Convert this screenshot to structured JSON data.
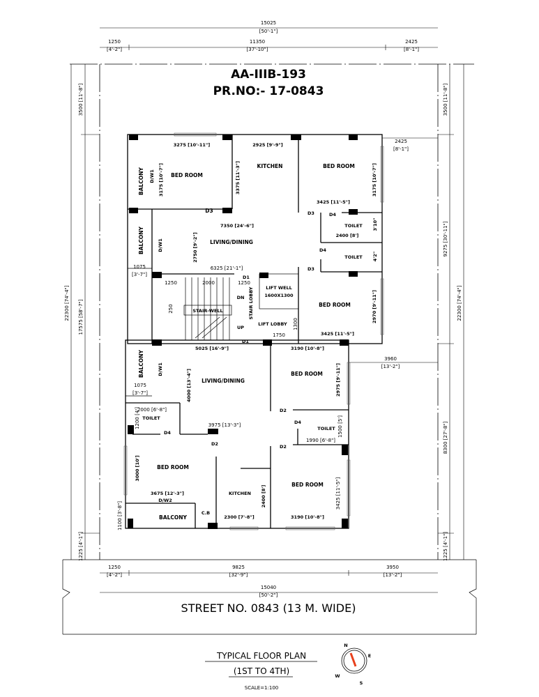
{
  "header": {
    "plot_no": "AA-IIIB-193",
    "pr_no": "PR.NO:- 17-0843"
  },
  "dims": {
    "top_total": "15025",
    "top_total_ft": "[50'-1\"]",
    "top_left": "1250",
    "top_left_ft": "[4'-2\"]",
    "top_mid": "11350",
    "top_mid_ft": "[37'-10\"]",
    "top_right": "2425",
    "top_right_ft": "[8'-1\"]",
    "bot_left": "1250",
    "bot_left_ft": "[4'-2\"]",
    "bot_mid": "9825",
    "bot_mid_ft": "[32'-9\"]",
    "bot_right": "3950",
    "bot_right_ft": "[13'-2\"]",
    "bot_total": "15040",
    "bot_total_ft": "[50'-2\"]",
    "left_top": "3500 [11'-8\"]",
    "left_total": "22300 [74'-4\"]",
    "left_inner": "17575 [58'-7\"]",
    "left_bottom": "1225 [4'-1\"]",
    "right_top": "3500 [11'-8\"]",
    "right_upper": "9275 [30'-11\"]",
    "right_lower": "8300 [27'-8\"]",
    "right_bottom": "1225 [4'-1\"]",
    "right_total": "22300 [74'-4\"]",
    "setback_upper": "2425",
    "setback_upper_ft": "[8'-1\"]",
    "setback_lower": "3960",
    "setback_lower_ft": "[13'-2\"]"
  },
  "upper_unit": {
    "balcony1": "BALCONY",
    "dw1a": "D/W1",
    "bed1_h": "3175 [10'-7\"]",
    "bed1": "BED ROOM",
    "bed1_w": "3275 [10'-11\"]",
    "kitchen_w": "2925 [9'-9\"]",
    "kitchen_h": "3375 [11'-3\"]",
    "kitchen": "KITCHEN",
    "bed2": "BED ROOM",
    "bed2_h": "3175 [10'-7\"]",
    "bed2_w": "3425 [11'-5\"]",
    "d3a": "D3",
    "d3b": "D3",
    "d4a": "D4",
    "toilet1": "TOILET",
    "toilet1_w": "2400 [8']",
    "toilet1_h": "3'10\"",
    "balcony2": "BALCONY",
    "dw1b": "D/W1",
    "living_w": "7350 [24'-6\"]",
    "living_h": "2750 [9'-2\"]",
    "living": "LIVING/DINING",
    "d4b": "D4",
    "toilet2": "TOILET",
    "toilet2_h": "4'2\"",
    "balc_w": "1075",
    "balc_w_ft": "[3'-7\"]",
    "living_w2": "6325 [21'-1\"]",
    "d3c": "D3"
  },
  "core": {
    "d1a": "D1",
    "stair_a": "1250",
    "stair_b": "2000",
    "stair_c": "1250",
    "lift_well": "LIFT WELL",
    "lift_size": "1600X1300",
    "dn": "DN",
    "stair_lobby": "STAIR LOBBY",
    "bed3": "BED ROOM",
    "bed3_h": "2970 [9'-11\"]",
    "stairwell": "STAIR-WELL",
    "landing": "250",
    "up": "UP",
    "lift_lobby": "LIFT LOBBY",
    "lobby_h": "1300",
    "lobby_w": "1750",
    "bed3_w": "3425 [11'-5\"]",
    "d1b": "D1"
  },
  "lower_unit": {
    "living_w": "5025 [16'-9\"]",
    "bed1_w": "3190 [10'-8\"]",
    "balcony1": "BALCONY",
    "dw1": "D/W1",
    "living": "LIVING/DINING",
    "living_h": "4000 [13'-4\"]",
    "bed1": "BED ROOM",
    "bed1_h": "2975 [9'-11\"]",
    "balc_w": "1075",
    "balc_w_ft": "[3'-7\"]",
    "toilet1_w": "2000 [6'-8\"]",
    "toilet1_h": "1200 [4']",
    "toilet1": "TOILET",
    "d2a": "D2",
    "d4a": "D4",
    "toilet2": "TOILET",
    "toilet2_h": "1500 [5']",
    "living_w2": "3975 [13'-3\"]",
    "d4b": "D4",
    "d2b": "D2",
    "toilet2_w": "1990 [6'-8\"]",
    "d2c": "D2",
    "bed2": "BED ROOM",
    "bed2_h": "3000 [10']",
    "kitchen": "KITCHEN",
    "kitchen_h": "2400 [8']",
    "bed3": "BED ROOM",
    "bed3_h": "3425 [11'-5\"]",
    "bed2_w": "3675 [12'-3\"]",
    "dw2": "D/W2",
    "balc_h": "1100 [3'-8\"]",
    "balcony2": "BALCONY",
    "cb": "C.B",
    "kitchen_w": "2300 [7'-8\"]",
    "bed3_w": "3190 [10'-8\"]"
  },
  "street": "STREET NO. 0843 (13 M. WIDE)",
  "footer": {
    "title": "TYPICAL FLOOR PLAN",
    "floors": "(1ST TO 4TH)",
    "scale": "SCALE=1:100"
  },
  "compass": {
    "n": "N",
    "e": "E",
    "s": "S",
    "w": "W",
    "needle_color": "#e8401c"
  }
}
